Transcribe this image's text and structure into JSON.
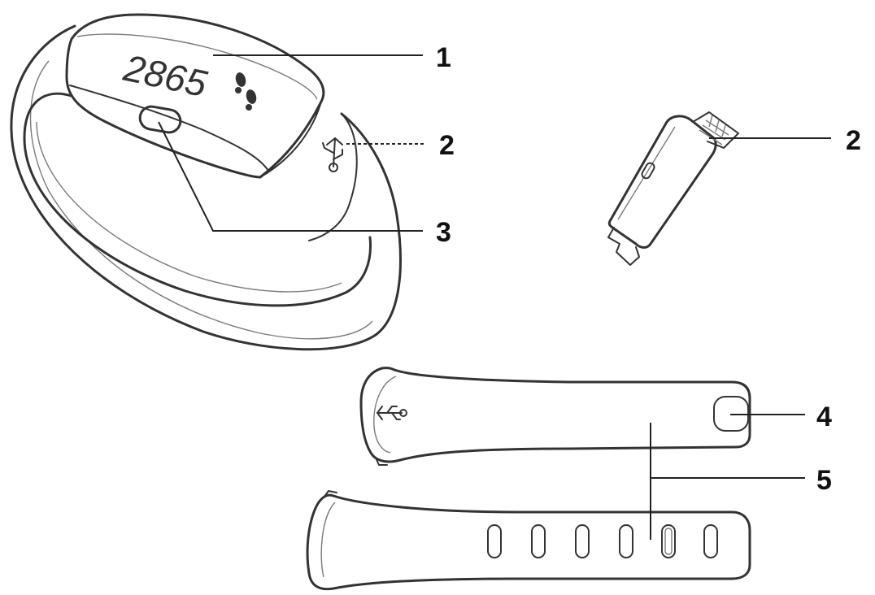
{
  "display": {
    "step_count": "2865"
  },
  "icons": [
    "footprints-icon",
    "usb-icon"
  ],
  "callouts": [
    {
      "id": "1",
      "label": "1"
    },
    {
      "id": "2a",
      "label": "2"
    },
    {
      "id": "2b",
      "label": "2"
    },
    {
      "id": "3",
      "label": "3"
    },
    {
      "id": "4",
      "label": "4"
    },
    {
      "id": "5",
      "label": "5"
    }
  ]
}
